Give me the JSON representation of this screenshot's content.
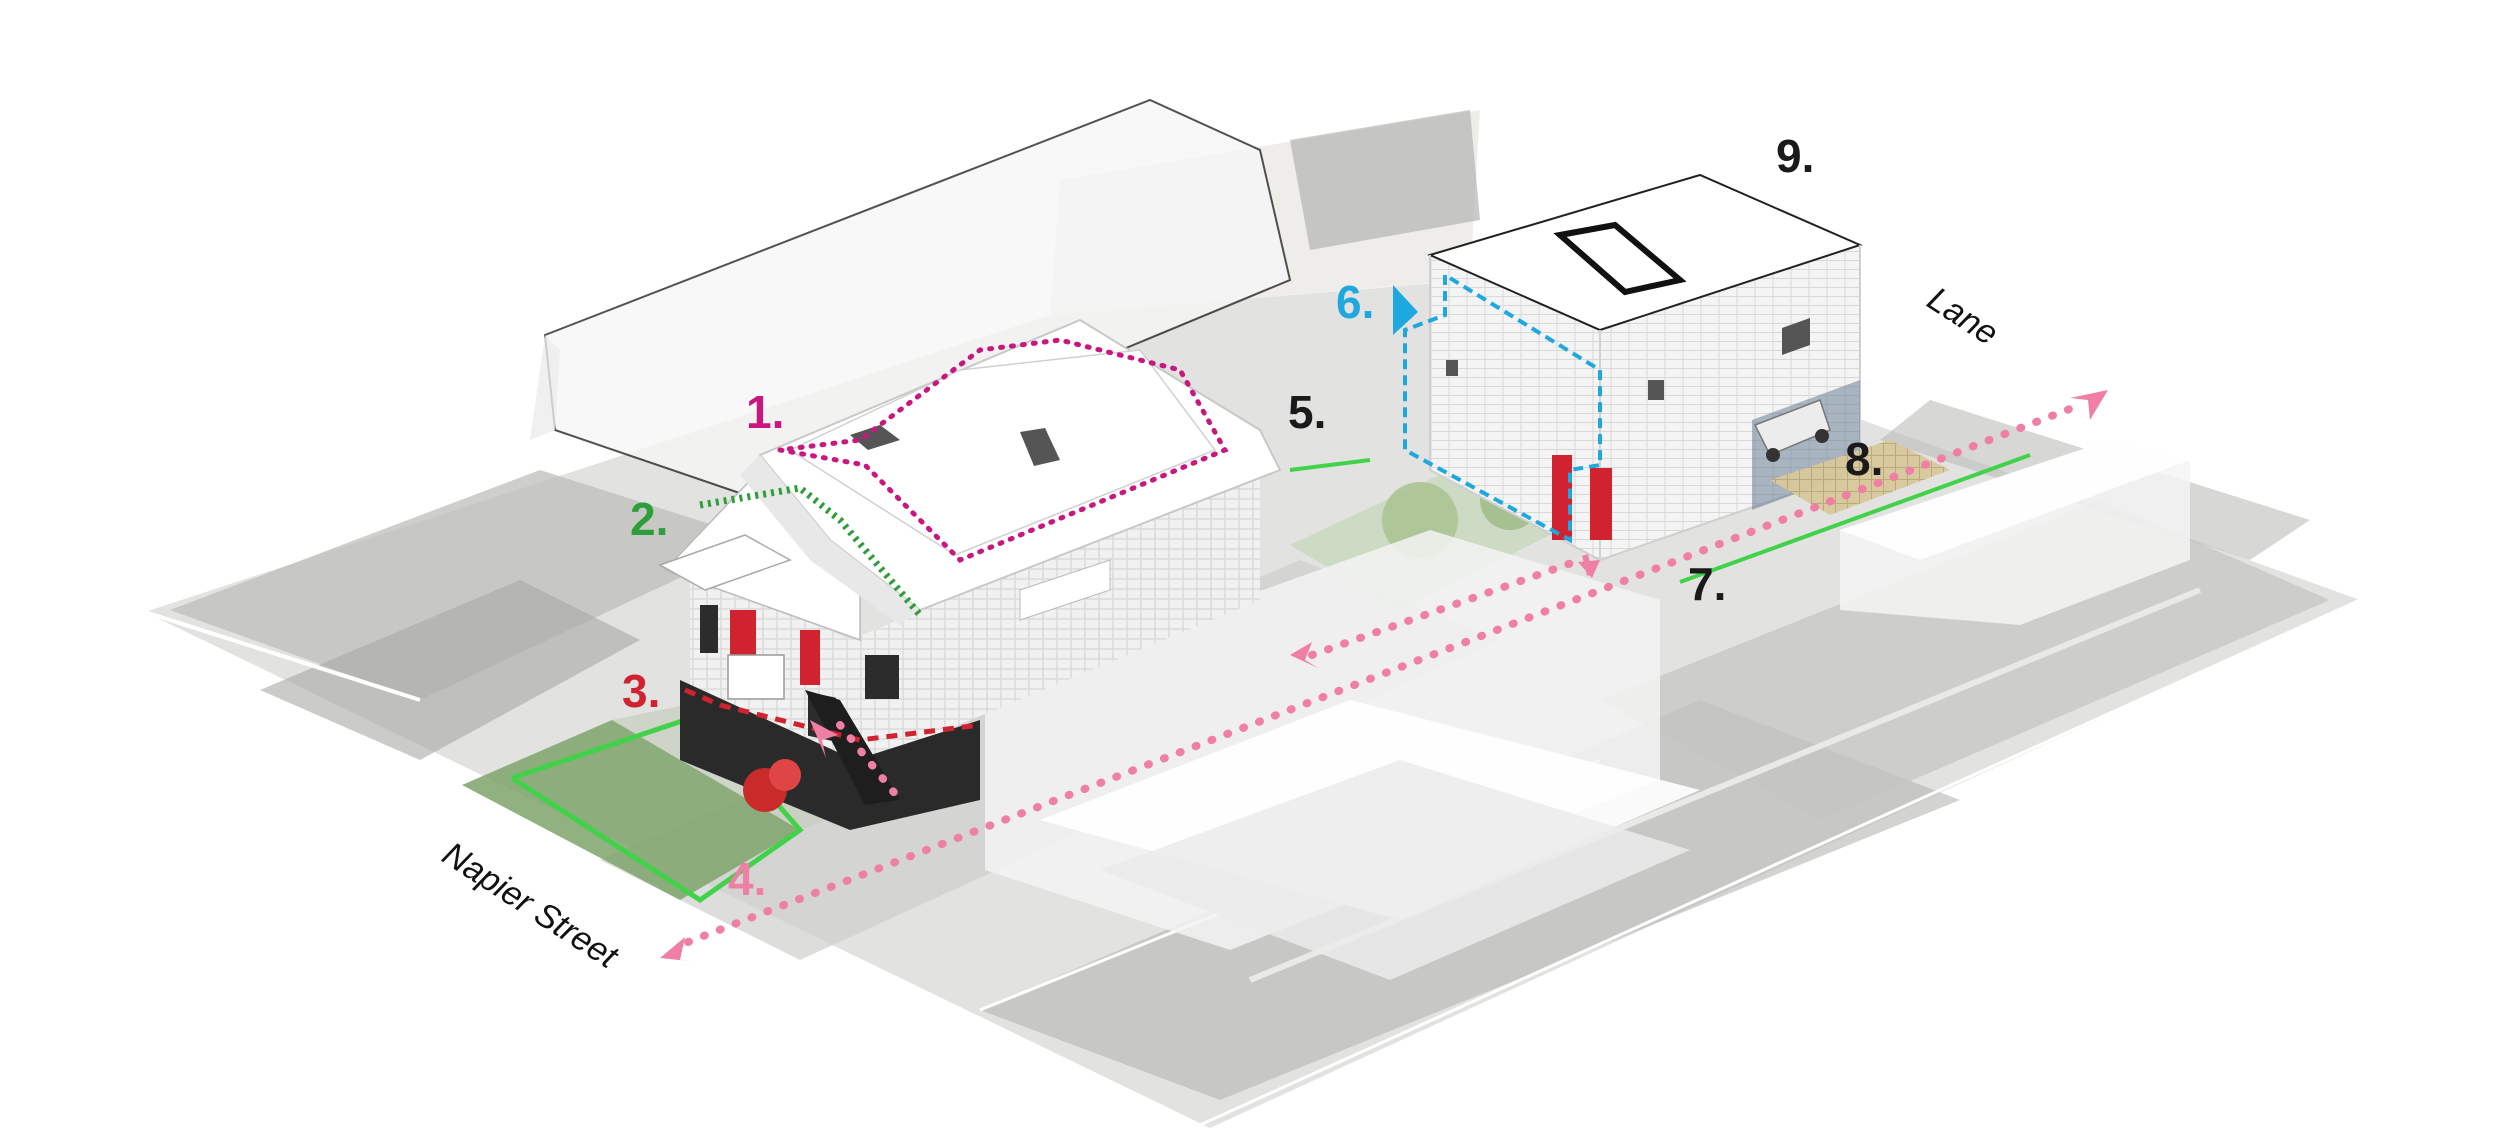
{
  "labels": {
    "n1": "1.",
    "n2": "2.",
    "n3": "3.",
    "n4": "4.",
    "n5": "5.",
    "n6": "6.",
    "n7": "7.",
    "n8": "8.",
    "n9": "9."
  },
  "streets": {
    "front": "Napier Street",
    "rear": "Lane"
  },
  "colors": {
    "magenta": "#c8187f",
    "green": "#2e9e3a",
    "red": "#d0232f",
    "pink": "#ef7fa4",
    "cyan": "#1fa8df",
    "black": "#1a1a1a"
  }
}
